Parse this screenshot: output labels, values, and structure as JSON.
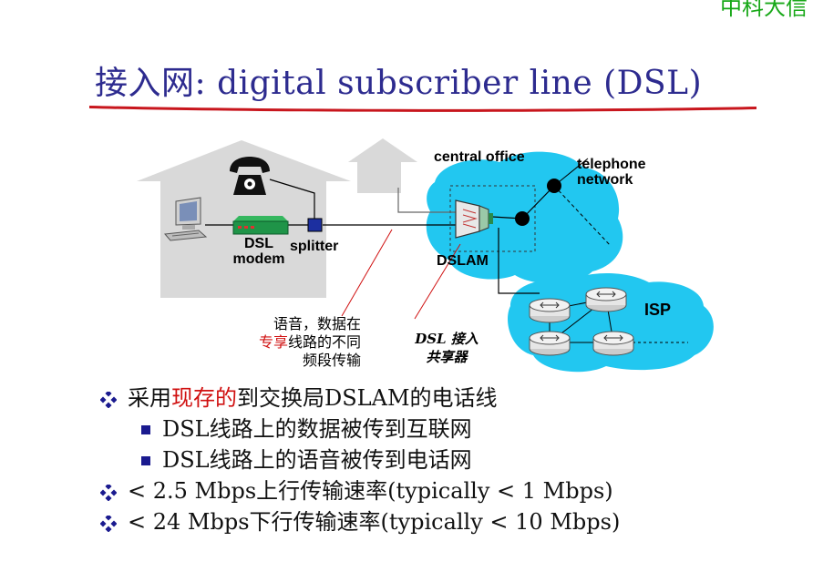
{
  "watermark": "中科大信",
  "title": "接入网: digital subscriber line (DSL)",
  "diagram": {
    "central_office": "central office",
    "telephone_network": "telephone\nnetwork",
    "dsl_modem": "DSL\nmodem",
    "splitter": "splitter",
    "dslam": "DSLAM",
    "isp": "ISP",
    "note_voice": [
      "语音，数据在",
      "线路的不同",
      "频段传输"
    ],
    "note_voice_red": "专享",
    "note_dsl": [
      "DSL 接入",
      "共享器"
    ]
  },
  "bullets": [
    {
      "level": 1,
      "parts": [
        {
          "text": "采用",
          "color": "normal"
        },
        {
          "text": "现存的",
          "color": "red"
        },
        {
          "text": "到交换局DSLAM的电话线",
          "color": "normal"
        }
      ]
    },
    {
      "level": 2,
      "parts": [
        {
          "text": "DSL线路上的数据被传到互联网",
          "color": "normal"
        }
      ]
    },
    {
      "level": 2,
      "parts": [
        {
          "text": "DSL线路上的语音被传到电话网",
          "color": "normal"
        }
      ]
    },
    {
      "level": 1,
      "parts": [
        {
          "text": "< 2.5 Mbps上行传输速率(typically < 1 Mbps)",
          "color": "normal"
        }
      ]
    },
    {
      "level": 1,
      "parts": [
        {
          "text": "< 24 Mbps下行传输速率(typically < 10 Mbps)",
          "color": "normal"
        }
      ]
    }
  ],
  "colors": {
    "title": "#2d2b8f",
    "underline": "#c8161d",
    "highlight": "#d01010",
    "cloud": "#22c7f0",
    "bullet_mark": "#1a1a8f",
    "watermark": "#18a818"
  },
  "icons": [
    "telephone-icon",
    "computer-icon",
    "dsl-modem-icon",
    "splitter-icon",
    "dslam-icon",
    "router-icon",
    "bullet-diamond-icon",
    "bullet-square-icon"
  ]
}
